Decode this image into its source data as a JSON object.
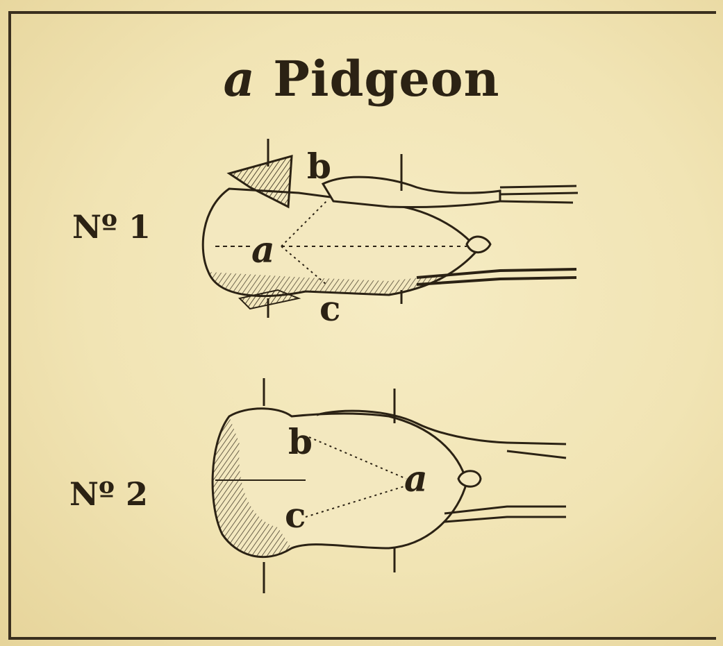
{
  "title": {
    "article": "a",
    "word": "Pidgeon"
  },
  "figures": [
    {
      "number": "Nº 1",
      "labels": {
        "a": "a",
        "b": "b",
        "c": "c"
      }
    },
    {
      "number": "Nº 2",
      "labels": {
        "a": "a",
        "b": "b",
        "c": "c"
      }
    }
  ],
  "colors": {
    "paper": "#f1e4b4",
    "ink": "#2b2214",
    "bleed": "#b8ab85"
  }
}
